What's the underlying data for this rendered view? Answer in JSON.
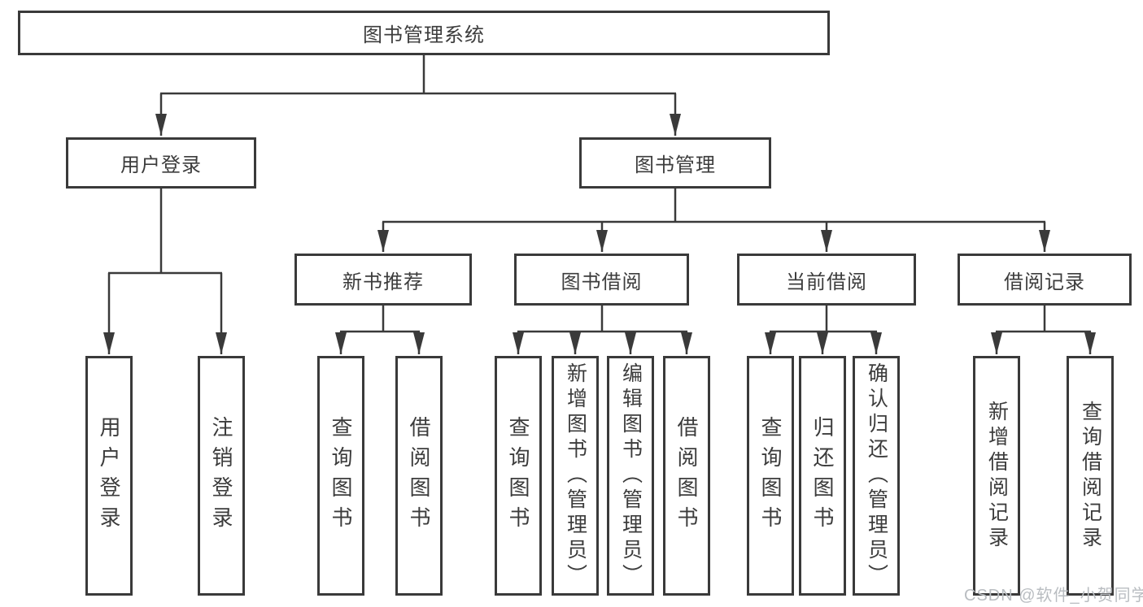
{
  "tree": {
    "root": {
      "label": "图书管理系统",
      "children": [
        {
          "label": "用户登录",
          "children": [
            {
              "label": "用户登录"
            },
            {
              "label": "注销登录"
            }
          ]
        },
        {
          "label": "图书管理",
          "children": [
            {
              "label": "新书推荐",
              "children": [
                {
                  "label": "查询图书"
                },
                {
                  "label": "借阅图书"
                }
              ]
            },
            {
              "label": "图书借阅",
              "children": [
                {
                  "label": "查询图书"
                },
                {
                  "label": "新增图书（管理员）"
                },
                {
                  "label": "编辑图书（管理员）"
                },
                {
                  "label": "借阅图书"
                }
              ]
            },
            {
              "label": "当前借阅",
              "children": [
                {
                  "label": "查询图书"
                },
                {
                  "label": "归还图书"
                },
                {
                  "label": "确认归还（管理员）"
                }
              ]
            },
            {
              "label": "借阅记录",
              "children": [
                {
                  "label": "新增借阅记录"
                },
                {
                  "label": "查询借阅记录"
                }
              ]
            }
          ]
        }
      ]
    }
  },
  "watermark": {
    "text": "CSDN @软件_小贺同学"
  },
  "colors": {
    "line": "#3a3a3a",
    "text": "#3c3c3c",
    "background": "#ffffff",
    "watermark": "#b9bdc1"
  }
}
